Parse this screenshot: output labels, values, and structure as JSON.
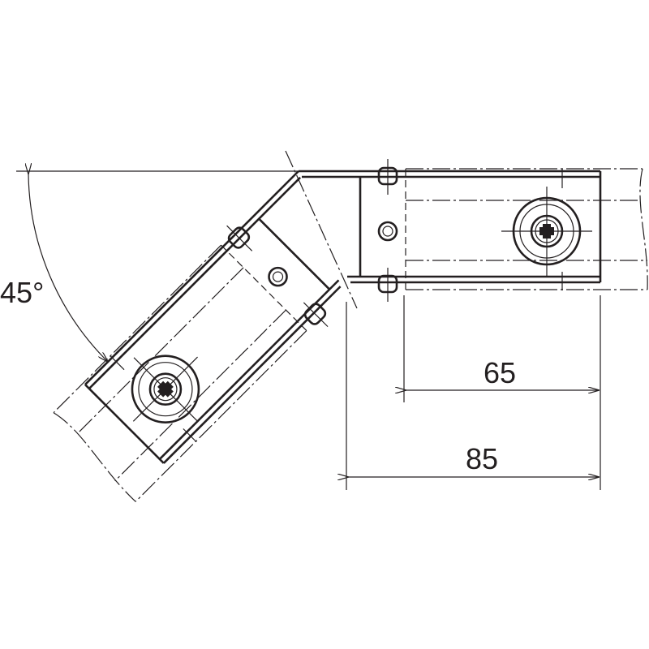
{
  "drawing": {
    "angle_label": "45°",
    "dim_inner_label": "65",
    "dim_outer_label": "85"
  },
  "colors": {
    "line": "#231f20",
    "background": "#ffffff"
  }
}
